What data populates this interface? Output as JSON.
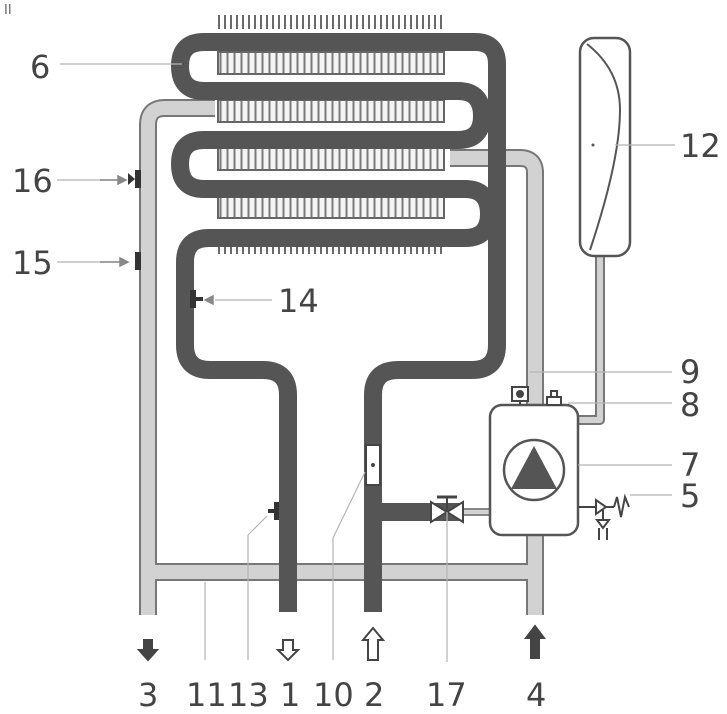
{
  "corner_mark": "II",
  "labels": {
    "l1": "1",
    "l2": "2",
    "l3": "3",
    "l4": "4",
    "l5": "5",
    "l6": "6",
    "l7": "7",
    "l8": "8",
    "l9": "9",
    "l10": "10",
    "l11": "11",
    "l12": "12",
    "l13": "13",
    "l14": "14",
    "l15": "15",
    "l16": "16",
    "l17": "17"
  },
  "colors": {
    "primary_pipe": "#555555",
    "secondary_pipe": "#c8c8c8",
    "ink": "#444444"
  }
}
